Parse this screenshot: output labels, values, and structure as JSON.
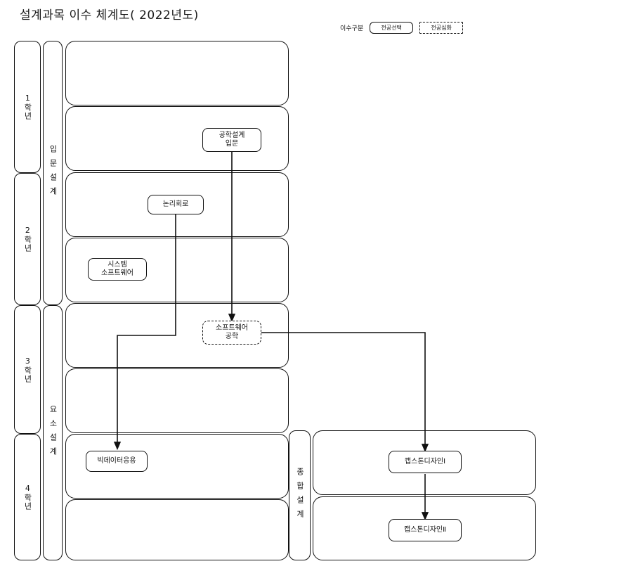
{
  "page": {
    "title": "설계과목 이수 체계도( 2022년도)"
  },
  "legend": {
    "label": "이수구분",
    "items": [
      {
        "name": "전공선택",
        "style": "solid",
        "color": "#111111"
      },
      {
        "name": "전공심화",
        "style": "dashed",
        "color": "#111111"
      }
    ]
  },
  "year_column": {
    "items": [
      {
        "label": "1학년"
      },
      {
        "label": "2학년"
      },
      {
        "label": "3학년"
      },
      {
        "label": "4학년"
      }
    ]
  },
  "stage_column": {
    "items": [
      {
        "label": "입문설계"
      },
      {
        "label": "요소설계"
      },
      {
        "label": "종합설계"
      }
    ]
  },
  "courses": [
    {
      "id": "c1",
      "label": "공학설계\n입문",
      "type": "전공선택"
    },
    {
      "id": "c2",
      "label": "논리회로",
      "type": "전공선택"
    },
    {
      "id": "c3",
      "label": "시스템\n소프트웨어",
      "type": "전공선택"
    },
    {
      "id": "c4",
      "label": "소프트웨어\n공학",
      "type": "전공심화"
    },
    {
      "id": "c5",
      "label": "빅데이터응용",
      "type": "전공선택"
    },
    {
      "id": "c6",
      "label": "캡스톤디자인Ⅰ",
      "type": "전공선택"
    },
    {
      "id": "c7",
      "label": "캡스톤디자인Ⅱ",
      "type": "전공선택"
    }
  ],
  "connections": [
    {
      "from": "공학설계입문",
      "to": "소프트웨어공학"
    },
    {
      "from": "논리회로",
      "to": "빅데이터응용"
    },
    {
      "from": "소프트웨어공학",
      "to": "캡스톤디자인Ⅰ"
    },
    {
      "from": "캡스톤디자인Ⅰ",
      "to": "캡스톤디자인Ⅱ"
    }
  ]
}
